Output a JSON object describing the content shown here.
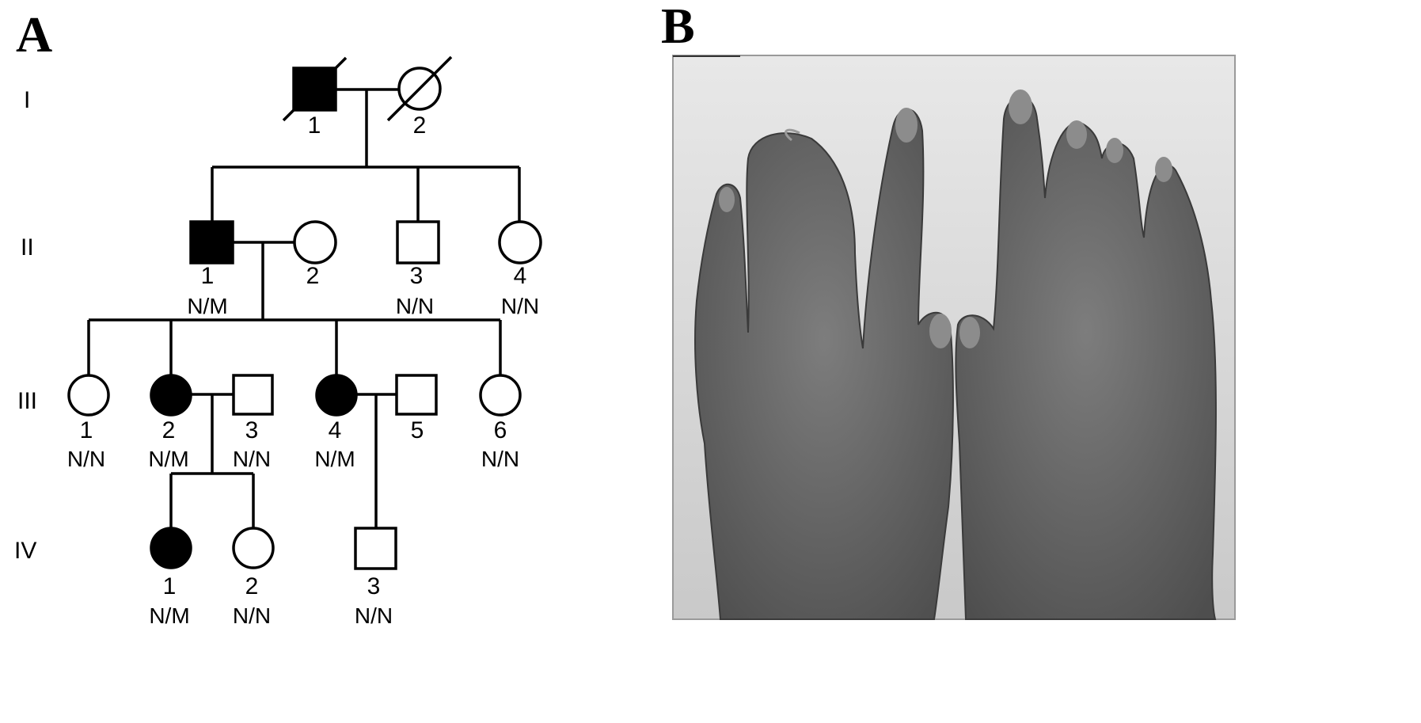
{
  "panels": {
    "a_label": "A",
    "b_label": "B"
  },
  "generations": [
    "I",
    "II",
    "III",
    "IV"
  ],
  "pedigree": {
    "I": [
      {
        "number": "1",
        "sex": "male",
        "affected": true,
        "deceased": true,
        "genotype": ""
      },
      {
        "number": "2",
        "sex": "female",
        "affected": false,
        "deceased": true,
        "genotype": ""
      }
    ],
    "II": [
      {
        "number": "1",
        "sex": "male",
        "affected": true,
        "deceased": false,
        "genotype": "N/M"
      },
      {
        "number": "2",
        "sex": "female",
        "affected": false,
        "deceased": false,
        "genotype": ""
      },
      {
        "number": "3",
        "sex": "male",
        "affected": false,
        "deceased": false,
        "genotype": "N/N"
      },
      {
        "number": "4",
        "sex": "female",
        "affected": false,
        "deceased": false,
        "genotype": "N/N"
      }
    ],
    "III": [
      {
        "number": "1",
        "sex": "female",
        "affected": false,
        "deceased": false,
        "genotype": "N/N"
      },
      {
        "number": "2",
        "sex": "female",
        "affected": true,
        "deceased": false,
        "genotype": "N/M"
      },
      {
        "number": "3",
        "sex": "male",
        "affected": false,
        "deceased": false,
        "genotype": "N/N"
      },
      {
        "number": "4",
        "sex": "female",
        "affected": true,
        "deceased": false,
        "genotype": "N/M"
      },
      {
        "number": "5",
        "sex": "male",
        "affected": false,
        "deceased": false,
        "genotype": ""
      },
      {
        "number": "6",
        "sex": "female",
        "affected": false,
        "deceased": false,
        "genotype": "N/N"
      }
    ],
    "IV": [
      {
        "number": "1",
        "sex": "female",
        "affected": true,
        "deceased": false,
        "genotype": "N/M"
      },
      {
        "number": "2",
        "sex": "female",
        "affected": false,
        "deceased": false,
        "genotype": "N/N"
      },
      {
        "number": "3",
        "sex": "male",
        "affected": false,
        "deceased": false,
        "genotype": "N/N"
      }
    ]
  },
  "colors": {
    "affected": "#000000",
    "unaffected": "#ffffff",
    "photo_background": "#d8d8d8",
    "skin": "#6a6a6a"
  },
  "photo": {
    "subject": "photograph of two hands, dorsal view, with digital anomalies"
  }
}
